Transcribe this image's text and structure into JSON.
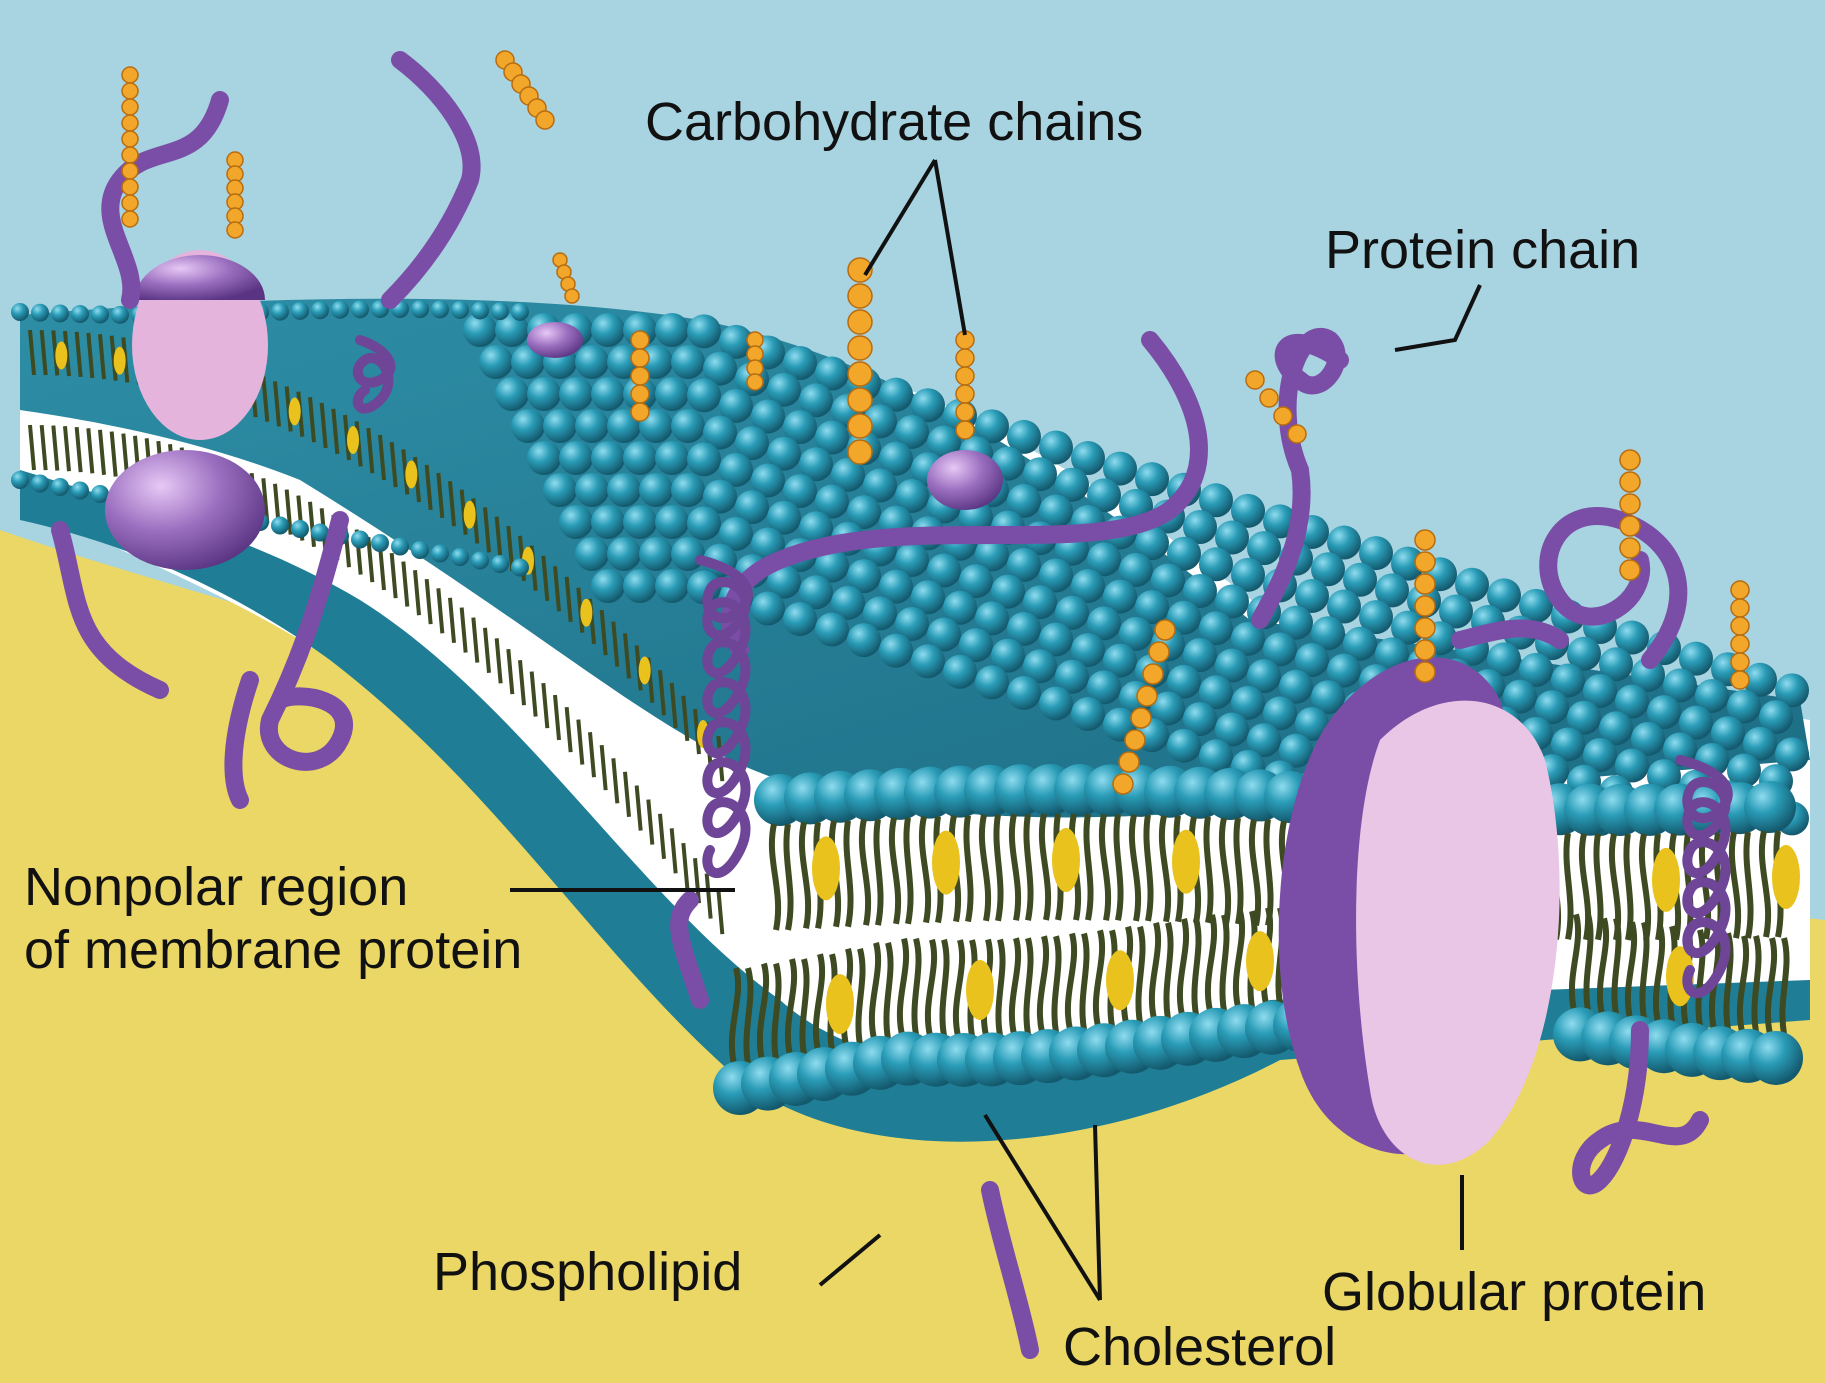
{
  "labels": {
    "carbohydrate_chains": "Carbohydrate chains",
    "protein_chain": "Protein chain",
    "nonpolar_line1": "Nonpolar region",
    "nonpolar_line2": "of membrane protein",
    "phospholipid": "Phospholipid",
    "cholesterol": "Cholesterol",
    "globular_protein": "Globular protein"
  },
  "colors": {
    "extracellular": "#a8d3e0",
    "cytoplasm": "#ead766",
    "phospholipid_head": "#2a9cb7",
    "phospholipid_head_dark": "#1b6f86",
    "fatty_acid_tail": "#3d4a22",
    "cholesterol": "#e9c21e",
    "protein": "#9b6fc0",
    "protein_dark": "#6e4597",
    "globular_protein_face": "#e9c6e6",
    "carbohydrate": "#f2a72a"
  }
}
